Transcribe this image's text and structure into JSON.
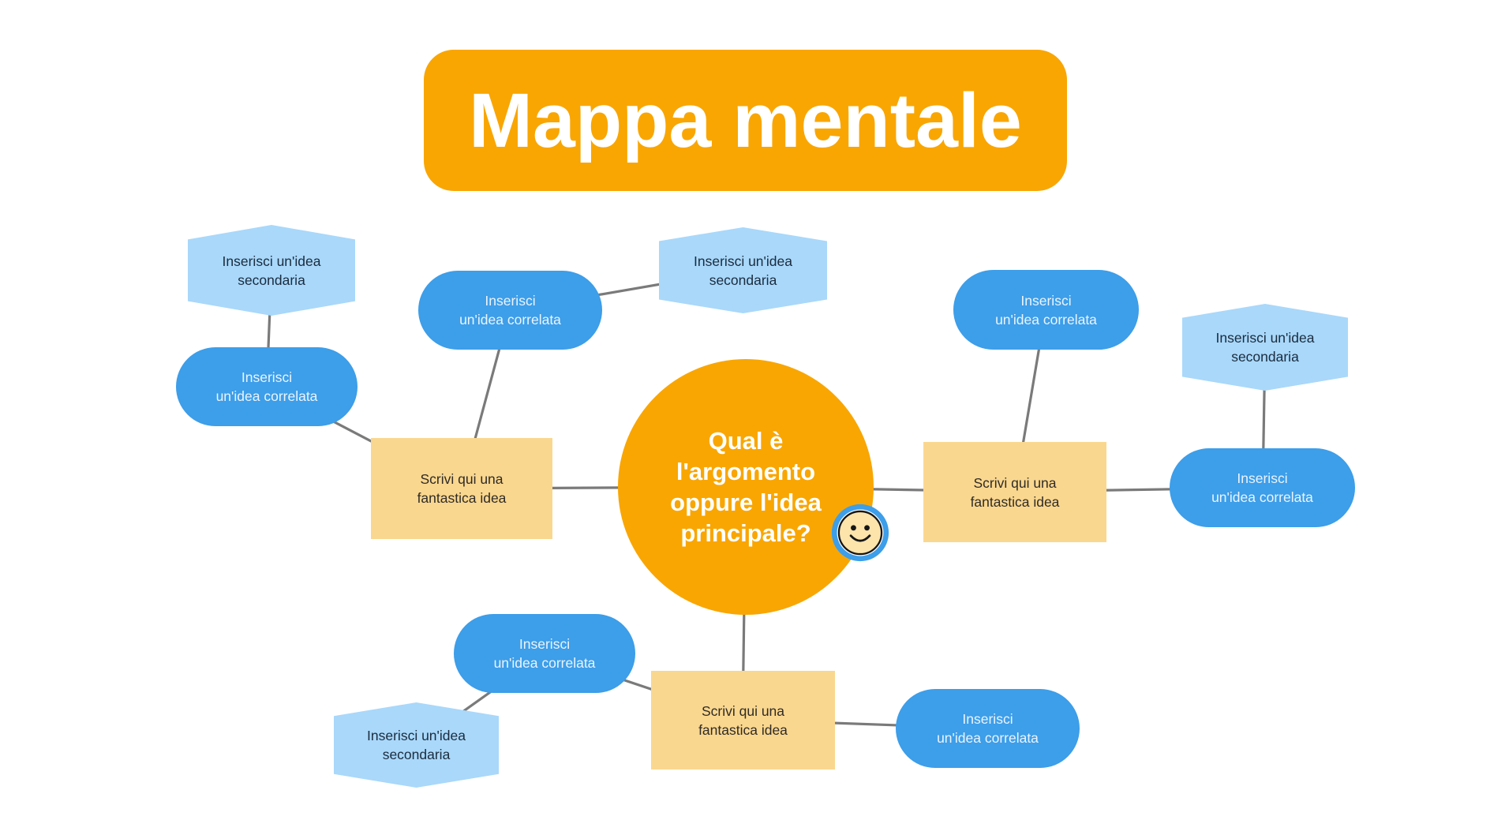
{
  "title": {
    "label": "Mappa mentale"
  },
  "center_topic": {
    "lines": [
      "Qual è",
      "l'argomento",
      "oppure l'idea",
      "principale?"
    ]
  },
  "labels": {
    "secondary_idea": "Inserisci un'idea secondaria",
    "related_idea": {
      "line1": "Inserisci",
      "line2": "un'idea correlata"
    },
    "main_idea": {
      "line1": "Scrivi qui una",
      "line2": "fantastica idea"
    }
  },
  "icons": {
    "smiley": "smiley-face"
  },
  "colors": {
    "accent_orange": "#F9A602",
    "related_blue": "#3D9EE9",
    "secondary_light_blue": "#A9D8FA",
    "main_idea_tan": "#FAD78F",
    "connector_gray": "#7A7A7A",
    "smiley_face_fill": "#FCE4AB",
    "hex_text": "#1B2B3E",
    "tan_text": "#2F2B26"
  }
}
